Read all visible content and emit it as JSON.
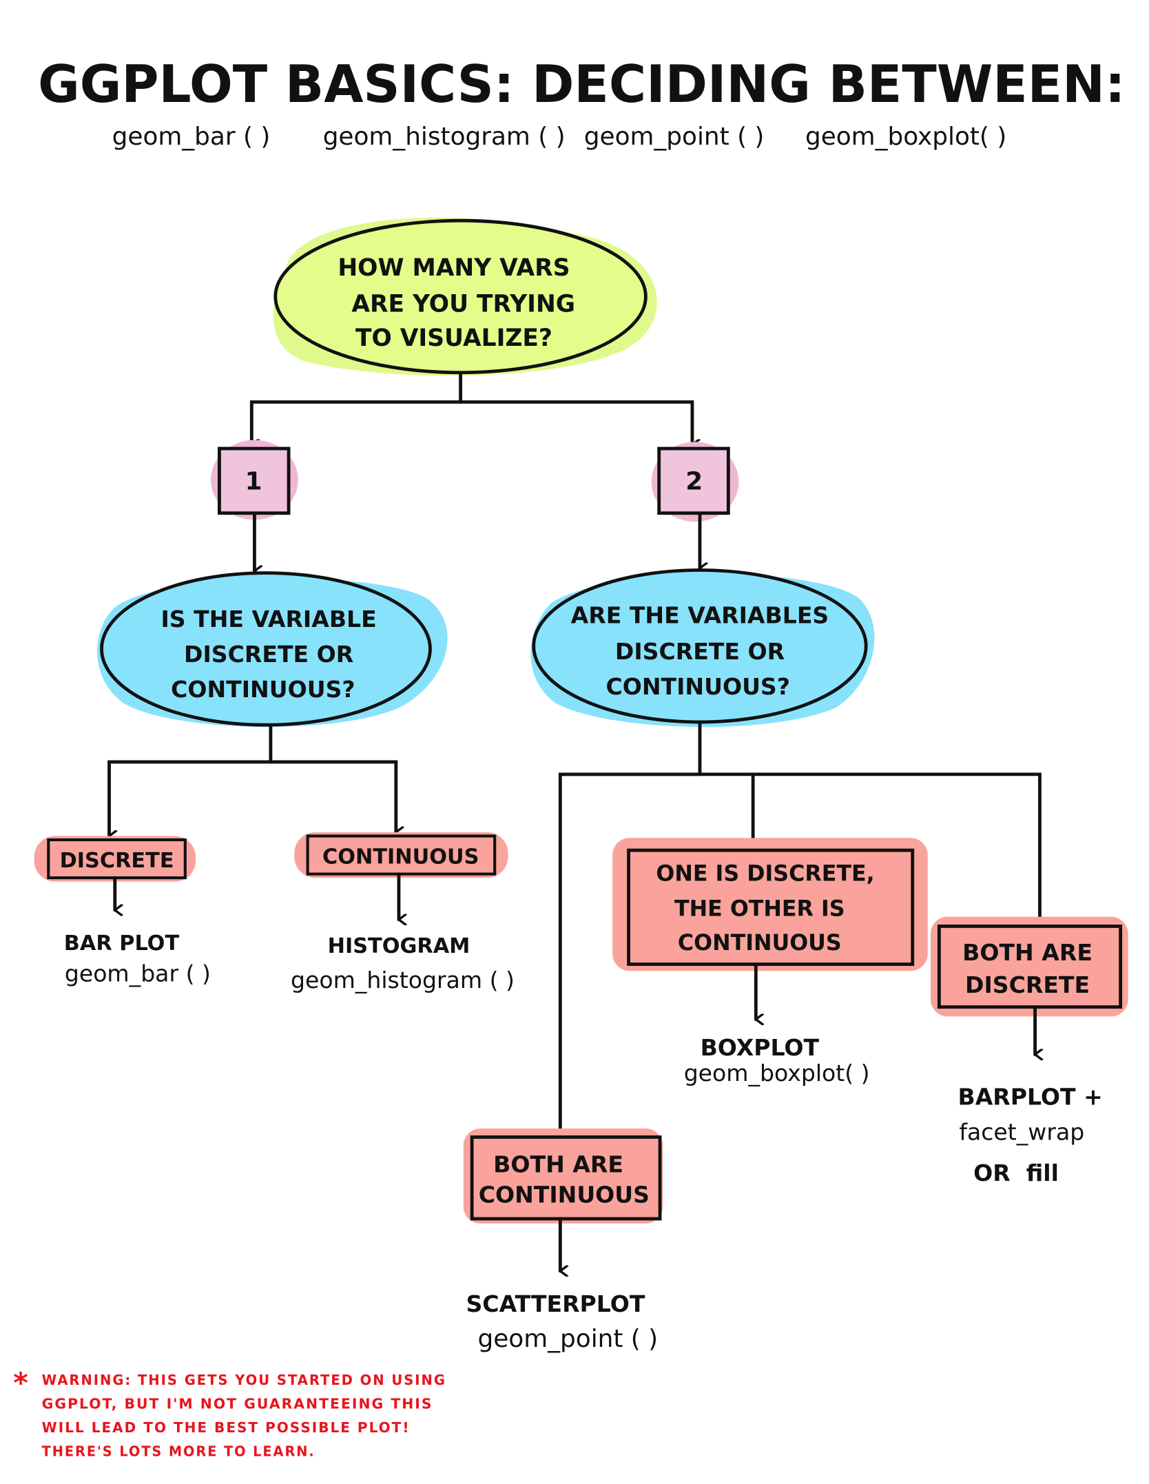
{
  "title": "GGPLOT BASICS: DECIDING BETWEEN:",
  "functions": [
    "geom_bar ( )",
    "geom_histogram ( )",
    "geom_point ( )",
    "geom_boxplot( )"
  ],
  "colors": {
    "question": "#e4fc8a",
    "question_blob": "#dff98c",
    "count_box": "#f0c4dc",
    "count_blob": "#efb8d2",
    "discrete_q": "#88e2fb",
    "answer_box": "#f9a39c",
    "warning": "#e8141c",
    "ink": "#111111"
  },
  "nodes": {
    "root": {
      "lines": [
        "HOW MANY VARS",
        "ARE YOU TRYING",
        "TO VISUALIZE?"
      ]
    },
    "one": {
      "label": "1"
    },
    "two": {
      "label": "2"
    },
    "q_one": {
      "lines": [
        "IS THE VARIABLE",
        "DISCRETE OR",
        "CONTINUOUS?"
      ]
    },
    "q_two": {
      "lines": [
        "ARE THE VARIABLES",
        "DISCRETE OR",
        "CONTINUOUS?"
      ]
    },
    "discrete": {
      "label": "DISCRETE",
      "plot": "BAR PLOT",
      "func": "geom_bar ( )"
    },
    "continuous": {
      "label": "CONTINUOUS",
      "plot": "HISTOGRAM",
      "func": "geom_histogram ( )"
    },
    "mixed": {
      "lines": [
        "ONE IS DISCRETE,",
        "THE OTHER IS",
        "CONTINUOUS"
      ],
      "plot": "BOXPLOT",
      "func": "geom_boxplot( )"
    },
    "both_discrete": {
      "lines": [
        "BOTH ARE",
        "DISCRETE"
      ],
      "plot": "BARPLOT +",
      "func": "facet_wrap",
      "alt": "OR  fill"
    },
    "both_continuous": {
      "lines": [
        "BOTH ARE",
        "CONTINUOUS"
      ],
      "plot": "SCATTERPLOT",
      "func": "geom_point ( )"
    }
  },
  "warning": {
    "icon": "asterisk-icon",
    "lines": [
      "WARNING: THIS GETS YOU STARTED ON USING",
      "GGPLOT, BUT I'M NOT GUARANTEEING THIS",
      "WILL LEAD TO THE BEST POSSIBLE PLOT!",
      "THERE'S LOTS MORE TO LEARN."
    ]
  }
}
